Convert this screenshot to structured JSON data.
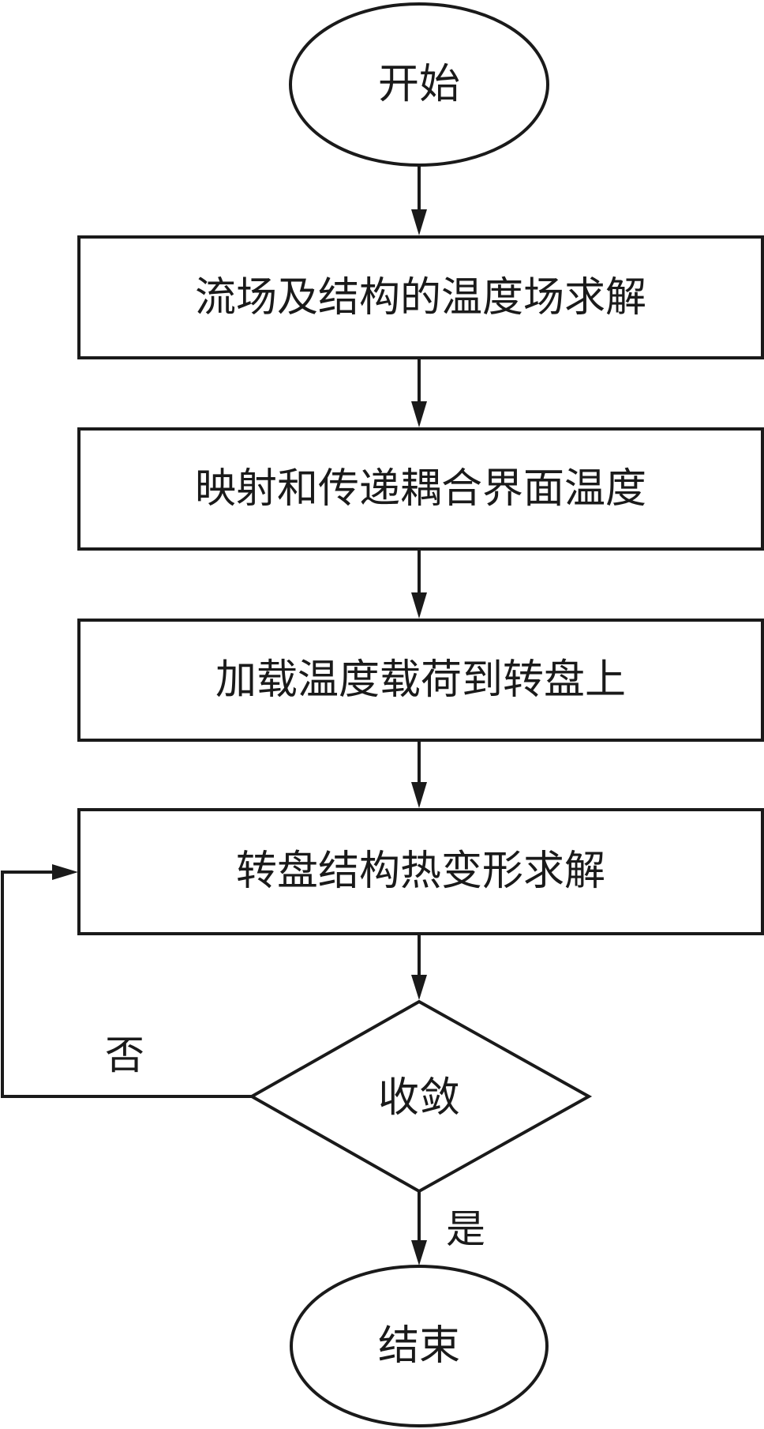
{
  "flowchart": {
    "start": "开始",
    "step1": "流场及结构的温度场求解",
    "step2": "映射和传递耦合界面温度",
    "step3": "加载温度载荷到转盘上",
    "step4": "转盘结构热变形求解",
    "decision": "收敛",
    "no_label": "否",
    "yes_label": "是",
    "end": "结束"
  }
}
